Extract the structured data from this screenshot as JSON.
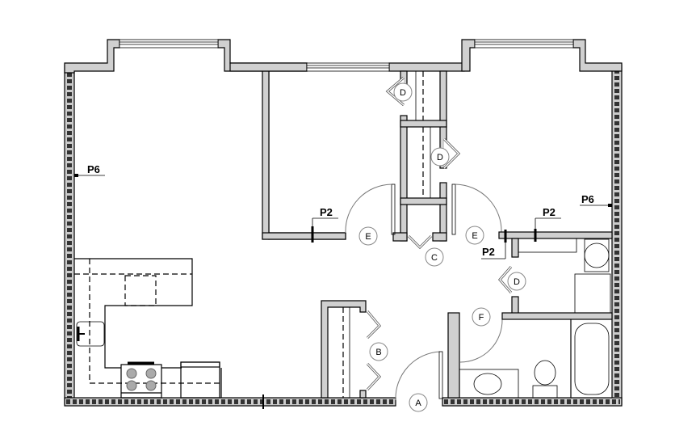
{
  "plan": {
    "partition_labels": {
      "p6_left": "P6",
      "p6_right": "P6",
      "p2_bedroom1": "P2",
      "p2_bedroom2": "P2",
      "p2_hall": "P2"
    },
    "door_tags": {
      "entry": "A",
      "closet_hall": "B",
      "linen": "C",
      "closet_bed1": "D",
      "closet_bed2": "D",
      "laundry": "D",
      "bed1_door": "E",
      "bed2_door": "E",
      "bath_door": "F"
    }
  }
}
